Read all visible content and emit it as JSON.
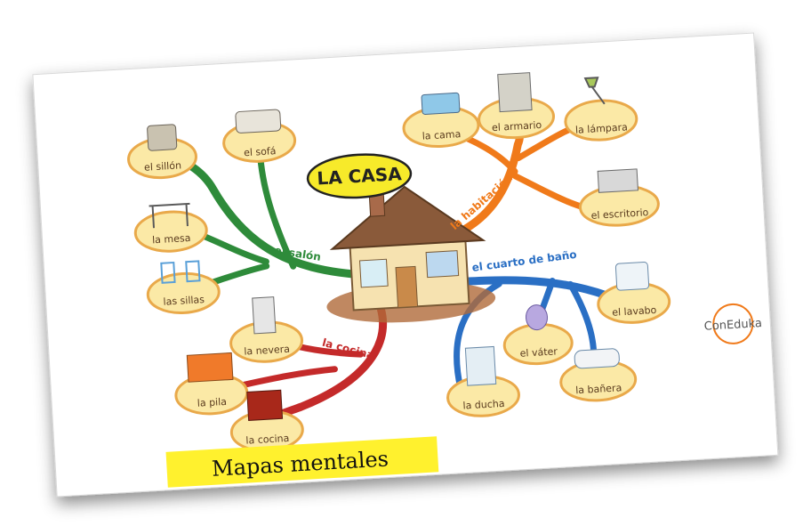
{
  "title": "LA CASA",
  "branches": {
    "salon": {
      "label": "el salón",
      "color": "#2e8b3a",
      "items": [
        "el sillón",
        "el sofá",
        "la mesa",
        "las sillas"
      ]
    },
    "habitacion": {
      "label": "la habitación",
      "color": "#f07a1a",
      "items": [
        "la cama",
        "el armario",
        "la lámpara",
        "el escritorio"
      ]
    },
    "bano": {
      "label": "el cuarto de baño",
      "color": "#2a6fc4",
      "items": [
        "el lavabo",
        "el váter",
        "la bañera",
        "la ducha"
      ]
    },
    "cocina": {
      "label": "la cocina",
      "color": "#c42a2a",
      "items": [
        "la nevera",
        "la pila",
        "la cocina"
      ]
    }
  },
  "banner": "Mapas mentales",
  "logo": "ConEduka",
  "colors": {
    "node_fill": "#fbe9a6",
    "node_border": "#e9a94a",
    "title_fill": "#f7ea2a",
    "banner_fill": "#fff12e"
  }
}
